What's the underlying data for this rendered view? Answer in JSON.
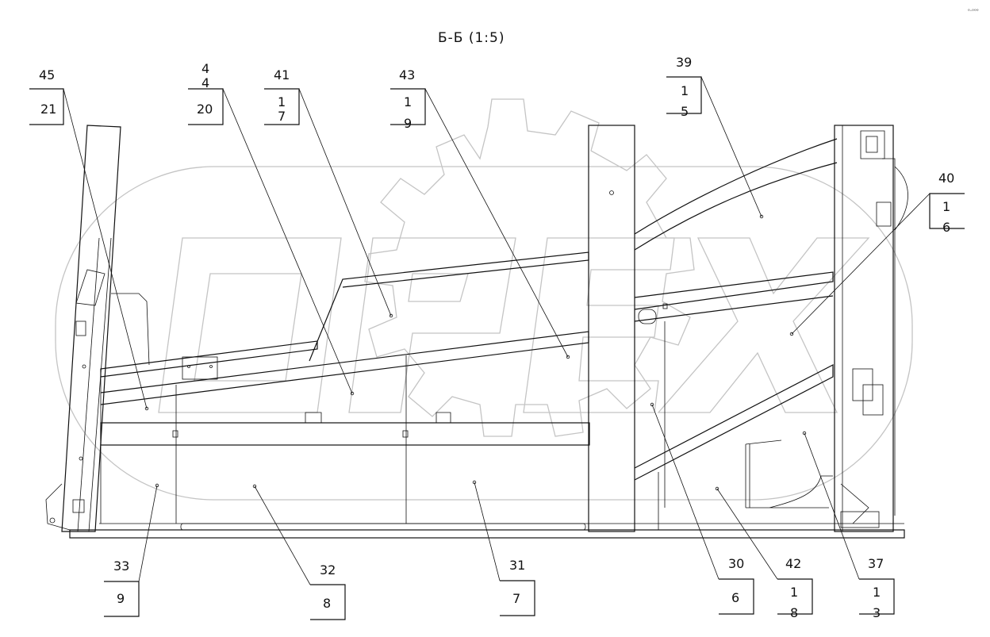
{
  "title": "Б-Б (1:5)",
  "corner_mark": "ᵒ·ᵒᵒᵒ",
  "watermark": {
    "text": "OPEX",
    "color": "#c4c4c4"
  },
  "callouts": [
    {
      "id": "c45",
      "label": "45",
      "box": "21"
    },
    {
      "id": "c44",
      "label": "4\n4",
      "box": "20"
    },
    {
      "id": "c41",
      "label": "41",
      "box": "1\n7"
    },
    {
      "id": "c43",
      "label": "43",
      "box": "1\n9"
    },
    {
      "id": "c39",
      "label": "39",
      "box": "1\n5"
    },
    {
      "id": "c40",
      "label": "40",
      "box": "1\n6"
    },
    {
      "id": "c33",
      "label": "33",
      "box": "9"
    },
    {
      "id": "c32",
      "label": "32",
      "box": "8"
    },
    {
      "id": "c31",
      "label": "31",
      "box": "7"
    },
    {
      "id": "c30",
      "label": "30",
      "box": "6"
    },
    {
      "id": "c42",
      "label": "42",
      "box": "1\n8"
    },
    {
      "id": "c37",
      "label": "37",
      "box": "1\n3"
    }
  ]
}
